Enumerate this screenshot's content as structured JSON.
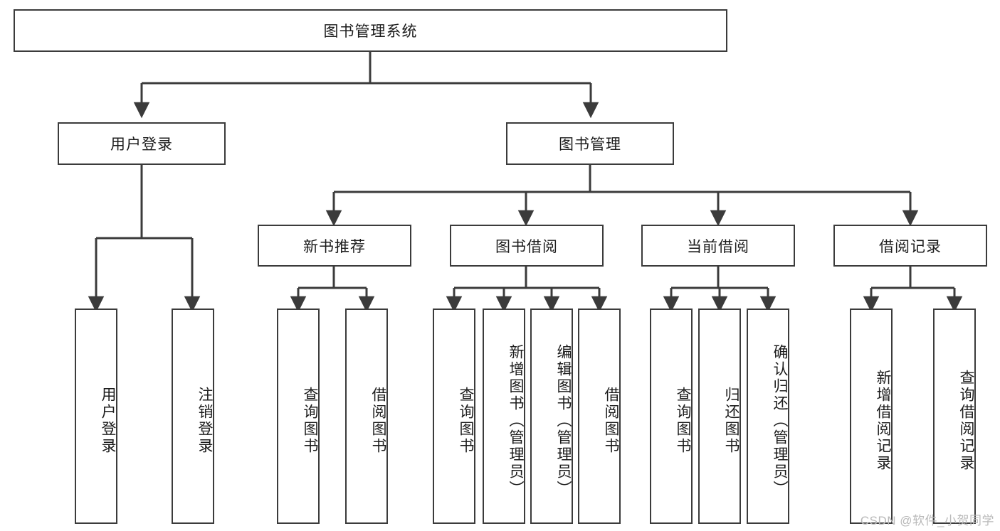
{
  "diagram": {
    "title": "图书管理系统",
    "type": "hierarchy-tree",
    "colors": {
      "box_border": "#3b3b3b",
      "box_fill": "#ffffff",
      "line": "#3b3b3b",
      "text": "#1c1c1c",
      "watermark": "#b9b9b9"
    },
    "levels": {
      "root": {
        "label": "图书管理系统"
      },
      "level1": [
        {
          "label": "用户登录"
        },
        {
          "label": "图书管理"
        }
      ],
      "level2": [
        {
          "label": "新书推荐"
        },
        {
          "label": "图书借阅"
        },
        {
          "label": "当前借阅"
        },
        {
          "label": "借阅记录"
        }
      ],
      "level3": [
        {
          "label": "用户登录",
          "parent": "用户登录"
        },
        {
          "label": "注销登录",
          "parent": "用户登录"
        },
        {
          "label": "查询图书",
          "parent": "新书推荐"
        },
        {
          "label": "借阅图书",
          "parent": "新书推荐"
        },
        {
          "label": "查询图书",
          "parent": "图书借阅"
        },
        {
          "label": "新增图书（管理员）",
          "parent": "图书借阅"
        },
        {
          "label": "编辑图书（管理员）",
          "parent": "图书借阅"
        },
        {
          "label": "借阅图书",
          "parent": "图书借阅"
        },
        {
          "label": "查询图书",
          "parent": "当前借阅"
        },
        {
          "label": "归还图书",
          "parent": "当前借阅"
        },
        {
          "label": "确认归还（管理员）",
          "parent": "当前借阅"
        },
        {
          "label": "新增借阅记录",
          "parent": "借阅记录"
        },
        {
          "label": "查询借阅记录",
          "parent": "借阅记录"
        }
      ]
    }
  },
  "watermark": {
    "text": "CSDN @软件_小贺同学"
  }
}
